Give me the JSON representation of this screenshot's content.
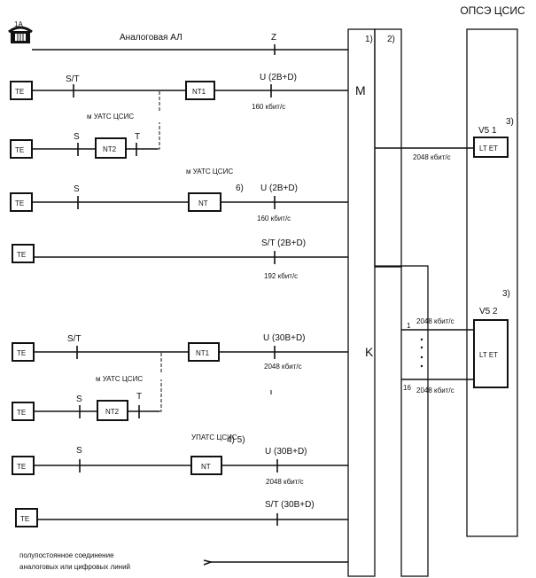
{
  "header": {
    "lsea_label": "ОПСЭ ЦСИС"
  },
  "phone": {
    "label": "1A"
  },
  "lines": [
    {
      "id": "analog",
      "caption": "Аналоговая АЛ",
      "ref": "Z"
    },
    {
      "id": "line1",
      "terminal": "TE",
      "ref": "S/T",
      "device": "NT1",
      "iface": "U (2B+D)",
      "rate": "160 кбит/с"
    },
    {
      "id": "line2",
      "terminal": "TE",
      "ref_s": "S",
      "device": "NT2",
      "device_caption": "м УАТС ЦСИС",
      "ref_t": "T"
    },
    {
      "id": "line3",
      "terminal": "TE",
      "ref": "S",
      "device": "NT",
      "device_caption": "м УАТС ЦСИС",
      "note": "6)",
      "iface": "U (2B+D)",
      "rate": "160 кбит/с"
    },
    {
      "id": "line4",
      "terminal": "TE",
      "iface": "S/T (2B+D)",
      "rate": "192 кбит/с"
    },
    {
      "id": "line5",
      "terminal": "TE",
      "ref": "S/T",
      "device": "NT1",
      "iface": "U (30B+D)",
      "rate": "2048 кбит/с"
    },
    {
      "id": "line6",
      "terminal": "TE",
      "ref_s": "S",
      "device": "NT2",
      "device_caption": "м УАТС ЦСИС",
      "ref_t": "T"
    },
    {
      "id": "line7",
      "terminal": "TE",
      "ref": "S",
      "device": "NT",
      "device_caption": "УПАТС ЦСИС",
      "note": "4) 5)",
      "iface": "U (30B+D)",
      "rate": "2048 кбит/с"
    },
    {
      "id": "line8",
      "terminal": "TE",
      "iface": "S/T (30B+D)"
    }
  ],
  "access_node": {
    "note1": "1)",
    "note2": "2)",
    "mux_label": "M",
    "concentrator_label": "K"
  },
  "v5": {
    "v51": {
      "label": "V5 1",
      "note": "3)",
      "box": "LT ET",
      "rate": "2048 кбит/с"
    },
    "v52": {
      "label": "V5 2",
      "note": "3)",
      "box": "LT ET",
      "first_index": "1",
      "last_index": "16",
      "rate_top": "2048 кбит/с",
      "rate_bottom": "2048 кбит/с"
    }
  },
  "legend": {
    "line1": "полупостоянное соединение",
    "line2": "аналоговых или цифровых линий"
  }
}
